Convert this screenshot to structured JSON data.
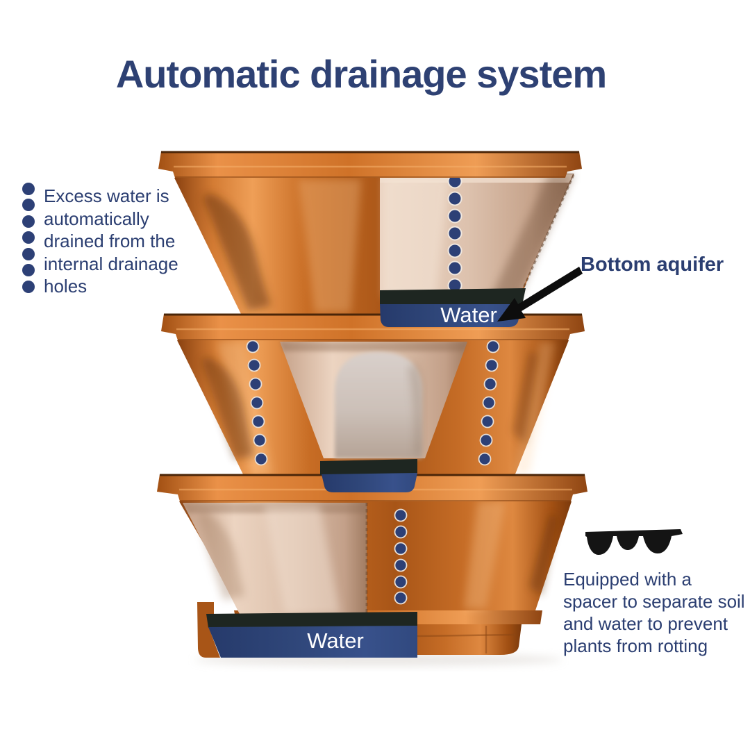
{
  "title": "Automatic drainage system",
  "notes": {
    "excess_water": {
      "lines": [
        "Excess water is",
        "automatically",
        "drained from the",
        "internal drainage",
        "holes"
      ]
    },
    "spacer": {
      "lines": [
        "Equipped with a",
        "spacer to separate soil",
        "and water to prevent",
        "plants from rotting"
      ]
    }
  },
  "labels": {
    "bottom_aquifer": "Bottom aquifer",
    "water_top": "Water",
    "water_bottom": "Water"
  },
  "icons": {
    "bullet_column": "vertical-dot-bullets",
    "drainage_holes": "drainage-hole-dot-column",
    "arrow": "black-pointer-arrow",
    "spacer": "spacer-comb-icon"
  },
  "colors": {
    "title_text": "#2e4173",
    "body_text": "#2b3e71",
    "water_fill": "#32497f",
    "water_spacer_band": "#1e2621",
    "drainage_dot": "#2d4076",
    "pot_copper": "#c06a24",
    "pot_copper_highlight": "#f0a058",
    "pot_copper_shadow": "#8a4310",
    "pot_interior_tan": "#dcc0ab",
    "background": "#ffffff",
    "water_label_text": "#ffffff"
  }
}
